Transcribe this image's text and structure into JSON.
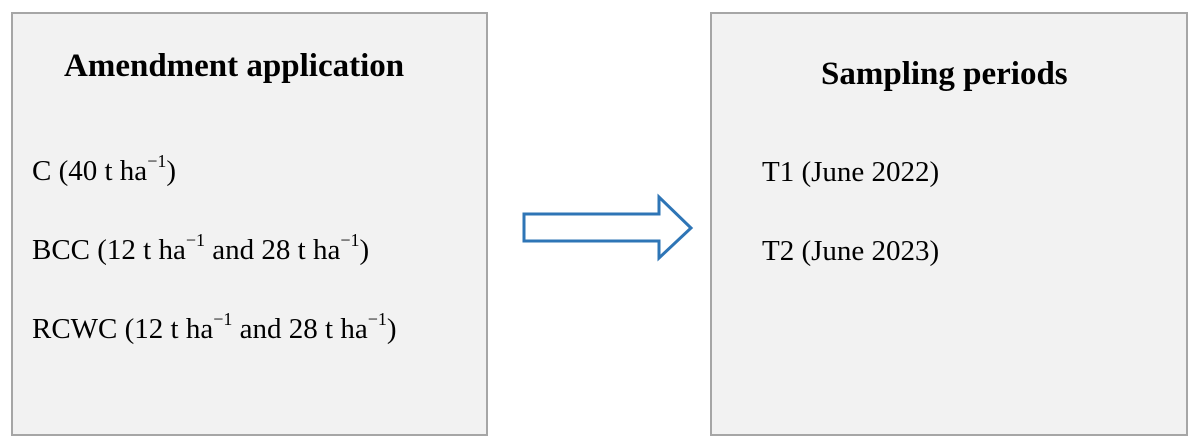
{
  "amendment_box": {
    "title": "Amendment application",
    "items": [
      {
        "pre": "C (40 t ha",
        "sup1": "−1",
        "mid": ")",
        "sup2": "",
        "post": ""
      },
      {
        "pre": "BCC (12 t ha",
        "sup1": "−1",
        "mid": " and 28 t ha",
        "sup2": "−1",
        "post": ")"
      },
      {
        "pre": "RCWC (12 t ha",
        "sup1": "−1",
        "mid": " and 28 t ha",
        "sup2": "−1",
        "post": ")"
      }
    ]
  },
  "sampling_box": {
    "title": "Sampling periods",
    "items": [
      "T1 (June 2022)",
      "T2 (June 2023)"
    ]
  },
  "colors": {
    "box_fill": "#f2f2f2",
    "box_border": "#a6a6a6",
    "arrow_stroke": "#2e75b6",
    "arrow_fill": "#ffffff"
  },
  "icons": {
    "arrow": "right-arrow-icon"
  }
}
